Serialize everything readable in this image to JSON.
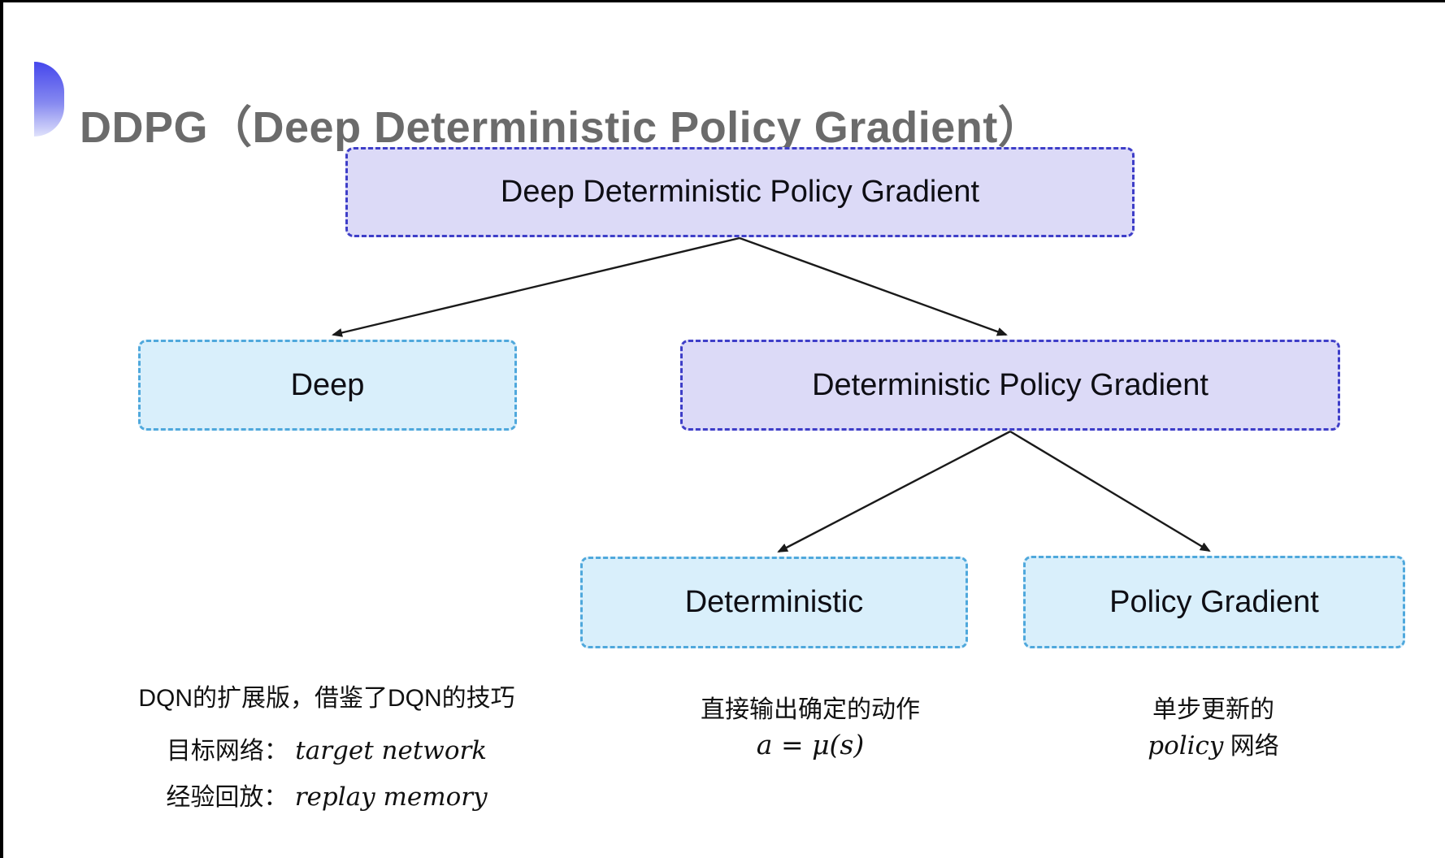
{
  "title": "DDPG（Deep Deterministic Policy Gradient）",
  "tree": {
    "root": {
      "label": "Deep Deterministic Policy Gradient"
    },
    "deep": {
      "label": "Deep"
    },
    "dpg": {
      "label": "Deterministic Policy Gradient"
    },
    "deterministic": {
      "label": "Deterministic"
    },
    "policy_gradient": {
      "label": "Policy Gradient"
    }
  },
  "notes": {
    "deep": {
      "line1": "DQN的扩展版，借鉴了DQN的技巧",
      "line2_label": "目标网络：",
      "line2_value": "target network",
      "line3_label": "经验回放：",
      "line3_value": "replay memory"
    },
    "deterministic": {
      "line1": "直接输出确定的动作",
      "formula": "a = μ(s)"
    },
    "policy_gradient": {
      "line1": "单步更新的",
      "line2_italic": "policy",
      "line2_rest": " 网络"
    }
  },
  "colors": {
    "lavender_fill": "#dcdaf7",
    "lavender_border": "#3e3ec8",
    "cyan_fill": "#d9effb",
    "cyan_border": "#4fa8dc",
    "title_gray": "#6b6b6b",
    "arrow_black": "#1a1a1a",
    "bullet_gradient_top": "#4547ec",
    "bullet_gradient_bottom": "#dfe1fb"
  },
  "icons": {
    "bullet": "half-circle-gradient"
  }
}
